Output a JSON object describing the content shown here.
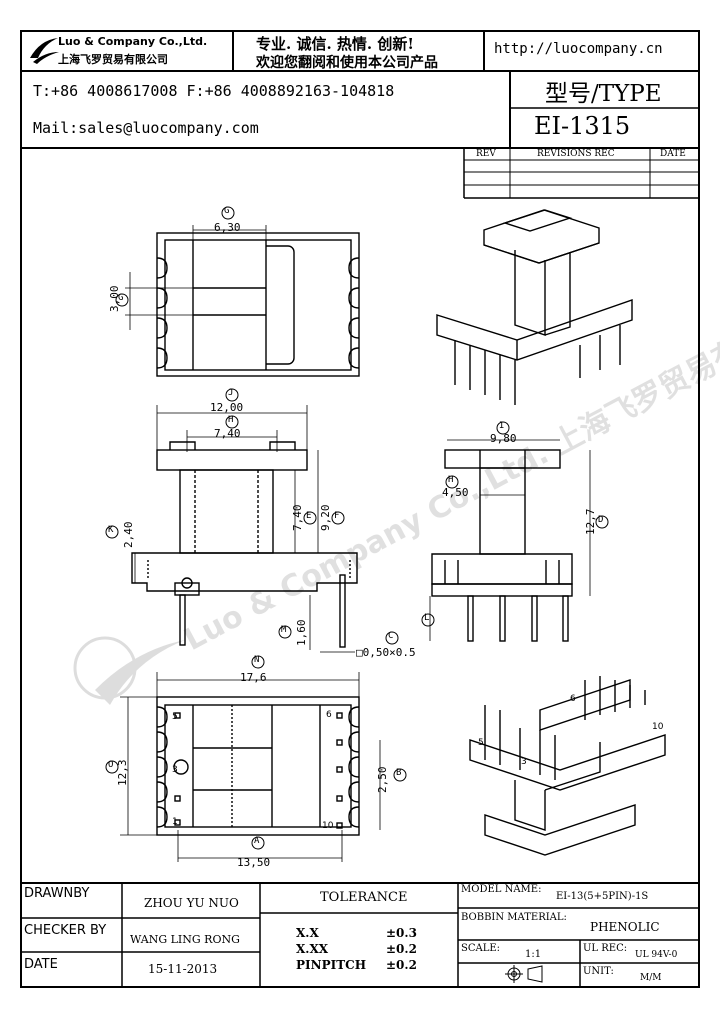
{
  "header": {
    "company_name": "Luo & Company Co.,Ltd.",
    "company_name_cn": "上海飞罗贸易有限公司",
    "slogan": "专业. 诚信. 热情. 创新!",
    "welcome": "欢迎您翻阅和使用本公司产品",
    "website": "http://luocompany.cn",
    "phone_fax": "T:+86 4008617008 F:+86 4008892163-104818",
    "email": "Mail:sales@luocompany.com",
    "type_label": "型号/TYPE",
    "model": "EI-1315"
  },
  "revisions": {
    "col_rev": "REV",
    "col_rec": "REVISIONS REC",
    "col_date": "DATE"
  },
  "dimensions": {
    "G": "6,30",
    "G2": "3,00",
    "J": "12,00",
    "H": "7,40",
    "E": "7,40",
    "F": "9,20",
    "K": "2,40",
    "M": "1,60",
    "C": "□0,50×0.5",
    "I": "9,80",
    "H2": "4,50",
    "D": "12,7",
    "N": "17,6",
    "O": "12,3",
    "B": "2,50",
    "A": "13,50"
  },
  "circle_labels": [
    "G",
    "G",
    "J",
    "H",
    "E",
    "F",
    "K",
    "M",
    "C",
    "I",
    "H",
    "D",
    "L",
    "N",
    "O",
    "B",
    "A"
  ],
  "pin_labels": {
    "p5": "5",
    "p3": "3",
    "p1": "1",
    "p6": "6",
    "p10": "10",
    "iso5": "5",
    "iso3": "3",
    "iso6": "6",
    "iso10": "10"
  },
  "watermark": "Luo & Company Co.,Ltd. 上海飞罗贸易有限公司",
  "footer": {
    "drawn_by_label": "DRAWNBY",
    "drawn_by": "ZHOU YU NUO",
    "checker_label": "CHECKER BY",
    "checker": "WANG LING RONG",
    "date_label": "DATE",
    "date": "15-11-2013",
    "tolerance_label": "TOLERANCE",
    "tol_rows": [
      {
        "k": "X.X",
        "v": "±0.3"
      },
      {
        "k": "X.XX",
        "v": "±0.2"
      },
      {
        "k": "PINPITCH",
        "v": "±0.2"
      }
    ],
    "model_name_label": "MODEL NAME:",
    "model_name": "EI-13(5+5PIN)-1S",
    "bobbin_label": "BOBBIN MATERIAL:",
    "bobbin": "PHENOLIC",
    "scale_label": "SCALE:",
    "scale": "1:1",
    "ul_label": "UL REC:",
    "ul": "UL 94V-0",
    "unit_label": "UNIT:",
    "unit": "M/M"
  }
}
